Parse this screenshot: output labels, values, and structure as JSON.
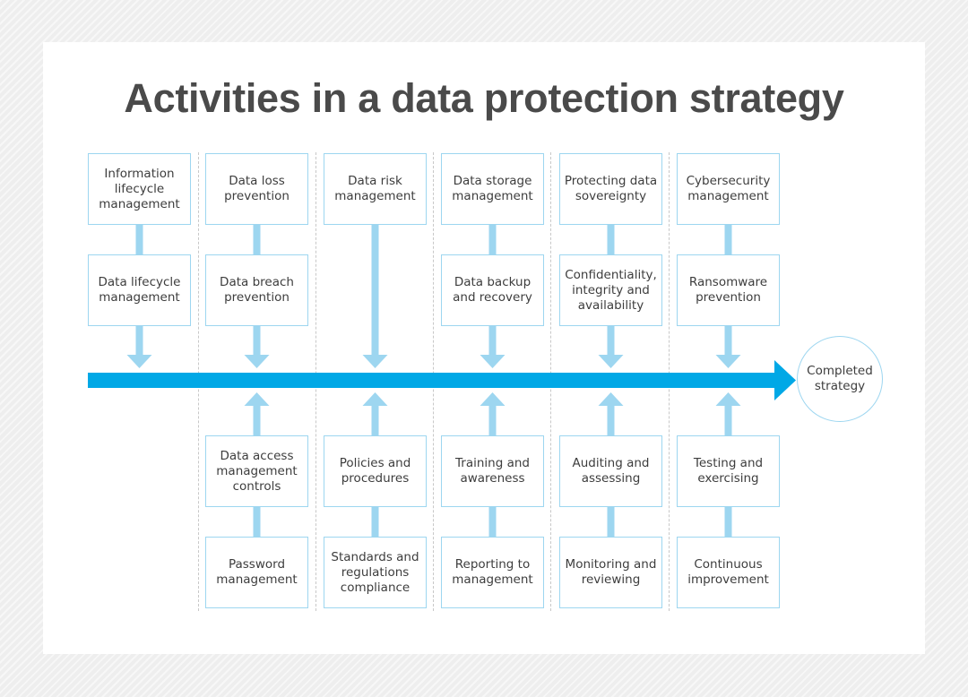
{
  "title": "Activities in a data protection strategy",
  "colors": {
    "arrow": "#00a8e6",
    "connector": "#9dd6f0",
    "box_border": "#9dd6f0",
    "title": "#4a4a4a"
  },
  "columns": [
    {
      "top": "Information lifecycle management",
      "upper": "Data lifecycle management",
      "lower": null,
      "bottom": null
    },
    {
      "top": "Data loss prevention",
      "upper": "Data breach prevention",
      "lower": "Data access management controls",
      "bottom": "Password management"
    },
    {
      "top": "Data risk management",
      "upper": null,
      "lower": "Policies and procedures",
      "bottom": "Standards and regulations compliance"
    },
    {
      "top": "Data storage management",
      "upper": "Data backup and recovery",
      "lower": "Training and awareness",
      "bottom": "Reporting to management"
    },
    {
      "top": "Protecting data sovereignty",
      "upper": "Confidentiality, integrity and availability",
      "lower": "Auditing and assessing",
      "bottom": "Monitoring and reviewing"
    },
    {
      "top": "Cybersecurity management",
      "upper": "Ransomware prevention",
      "lower": "Testing and exercising",
      "bottom": "Continuous improvement"
    }
  ],
  "outcome": "Completed strategy"
}
